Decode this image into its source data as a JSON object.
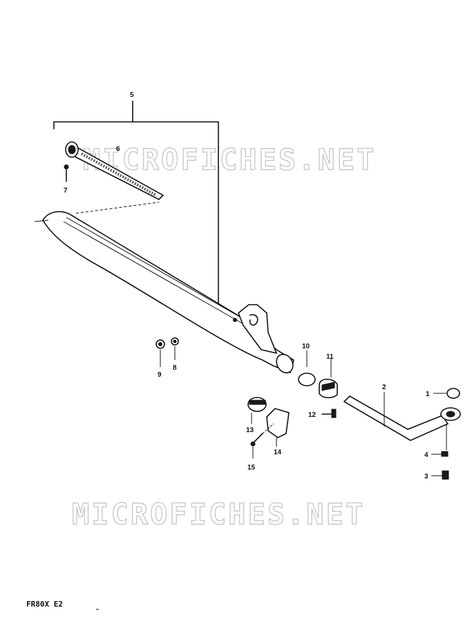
{
  "diagram": {
    "callouts": {
      "c1": "1",
      "c2": "2",
      "c3": "3",
      "c4": "4",
      "c5": "5",
      "c6": "6",
      "c7": "7",
      "c8": "8",
      "c9": "9",
      "c10": "10",
      "c11": "11",
      "c12": "12",
      "c13": "13",
      "c14": "14",
      "c15": "15"
    },
    "watermark": "MICROFICHES.NET",
    "model_code": "FR80X E2"
  },
  "colors": {
    "ink": "#111111",
    "paper": "#ffffff",
    "watermark_outline": "#c9c9c9"
  }
}
